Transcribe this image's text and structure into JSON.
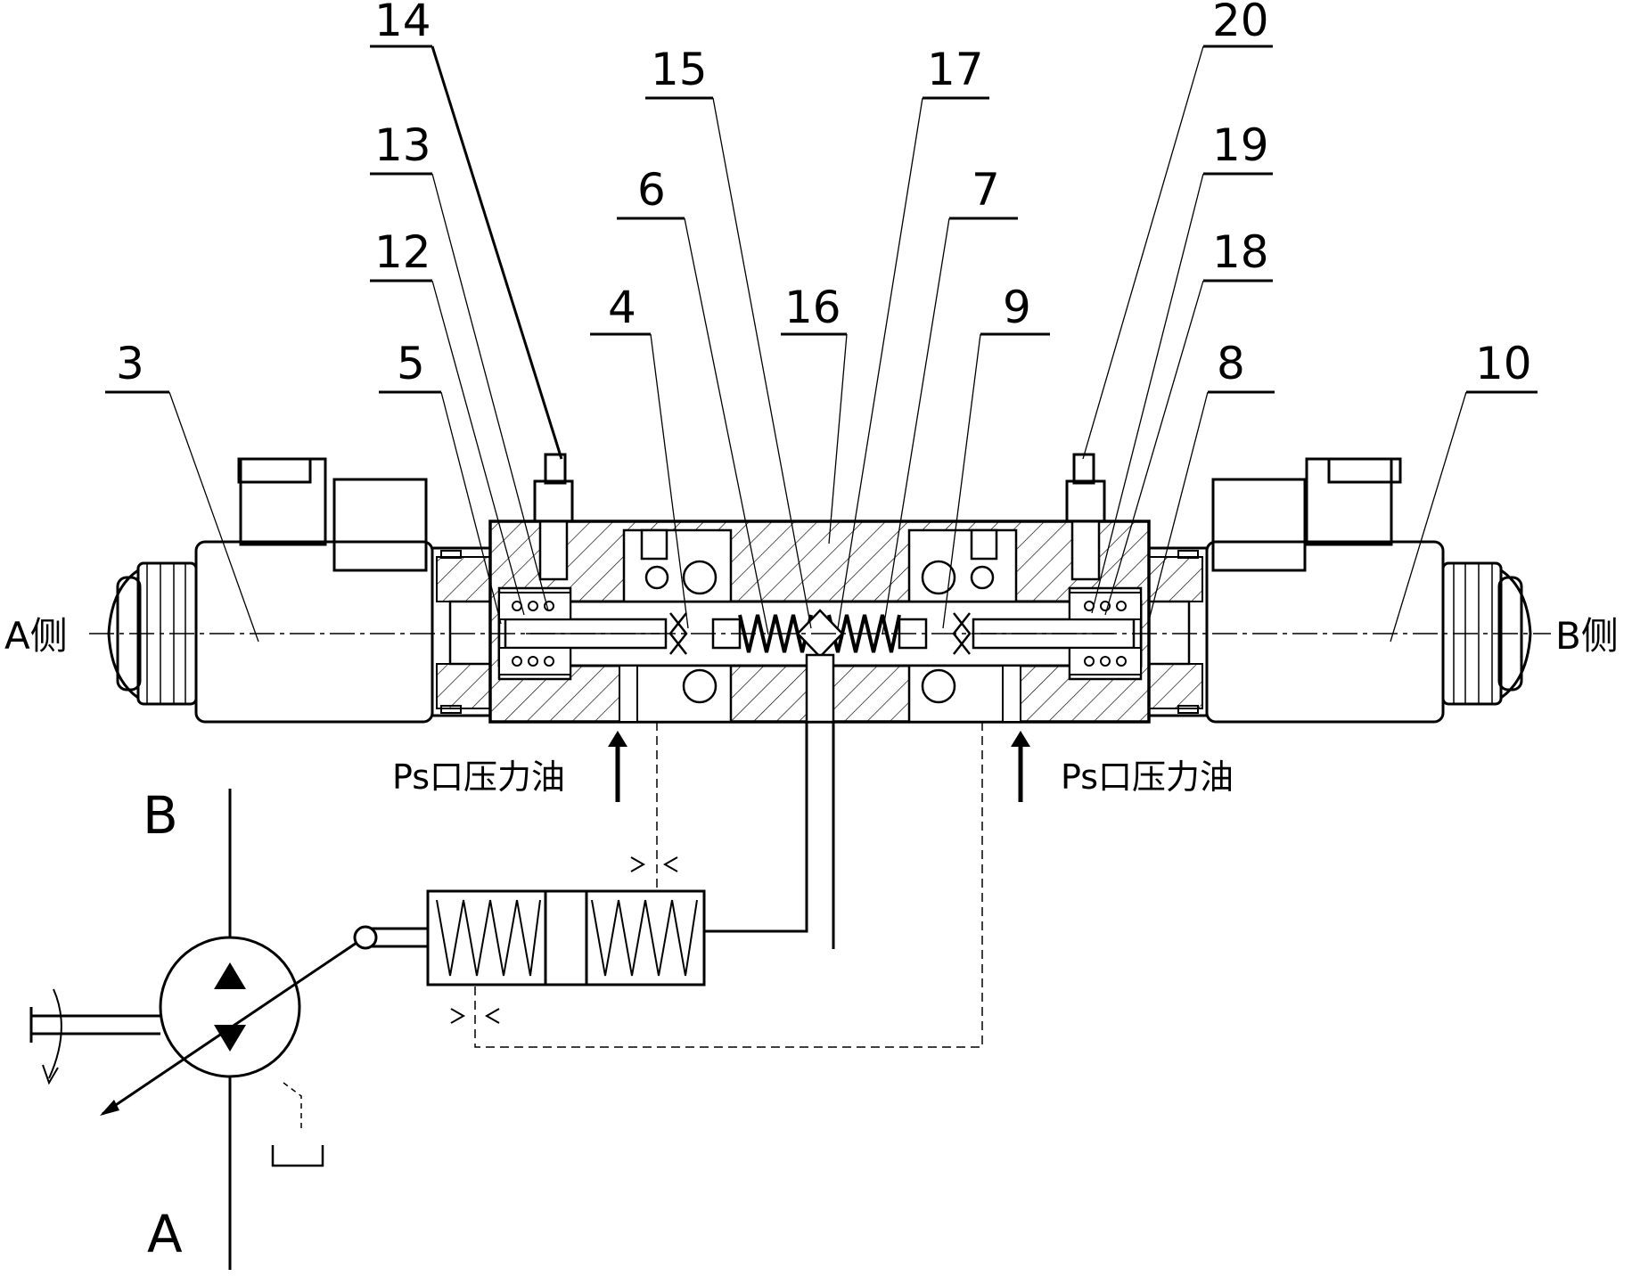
{
  "part_labels": {
    "p3": "3",
    "p5": "5",
    "p12": "12",
    "p13": "13",
    "p14": "14",
    "p4": "4",
    "p6": "6",
    "p15": "15",
    "p16": "16",
    "p17": "17",
    "p7": "7",
    "p9": "9",
    "p20": "20",
    "p19": "19",
    "p18": "18",
    "p8": "8",
    "p10": "10"
  },
  "side_labels": {
    "a_side": "A侧",
    "b_side": "B侧"
  },
  "port_labels": {
    "left": "Ps口压力油",
    "right": "Ps口压力油"
  },
  "pump_ports": {
    "top": "B",
    "bottom": "A"
  },
  "colors": {
    "line": "#000000",
    "background": "#ffffff"
  }
}
